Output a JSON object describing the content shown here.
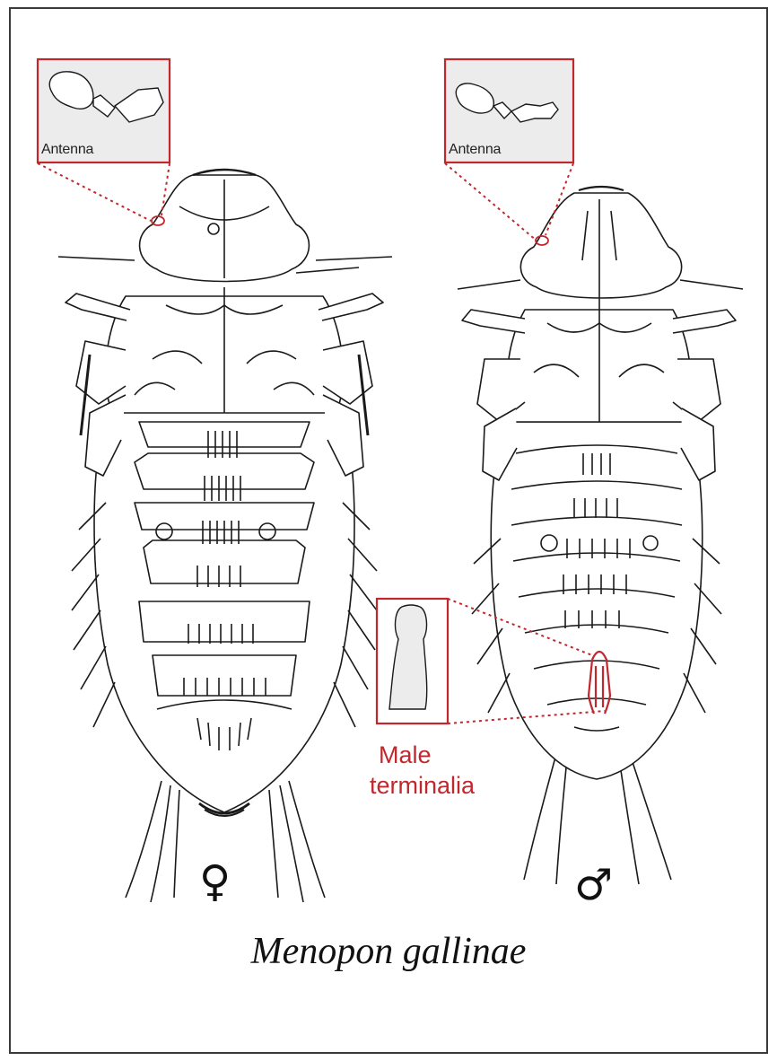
{
  "figure": {
    "species_name": "Menopon gallinae",
    "female": {
      "symbol": "♀"
    },
    "male": {
      "symbol": "♂"
    },
    "insets": {
      "female_antenna_label": "Antenna",
      "male_antenna_label": "Antenna",
      "terminalia_label_line1": "Male",
      "terminalia_label_line2": "terminalia"
    },
    "colors": {
      "callout": "#c0282e",
      "inset_fill": "#ececec",
      "ink": "#1a1a1a"
    }
  }
}
